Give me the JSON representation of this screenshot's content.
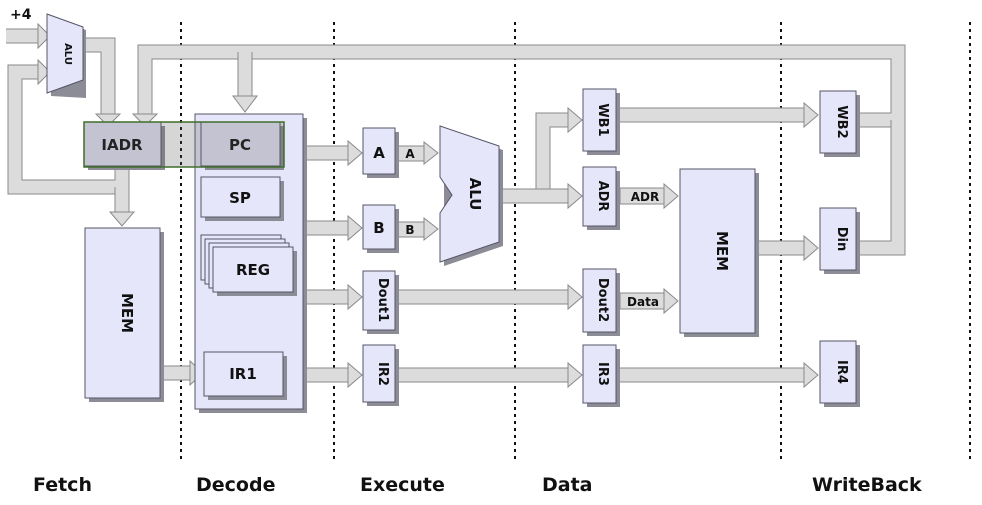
{
  "input": {
    "plus4": "+4"
  },
  "alu_small": "ALU",
  "alu_main": "ALU",
  "fetch": {
    "iadr": "IADR",
    "mem": "MEM"
  },
  "decode": {
    "pc": "PC",
    "sp": "SP",
    "reg": "REG",
    "ir1": "IR1"
  },
  "execute": {
    "a": "A",
    "b": "B",
    "dout1": "Dout1",
    "ir2": "IR2"
  },
  "data_stage": {
    "wb1": "WB1",
    "adr": "ADR",
    "dout2": "Dout2",
    "ir3": "IR3",
    "mem": "MEM"
  },
  "writeback": {
    "wb2": "WB2",
    "din": "Din",
    "ir4": "IR4"
  },
  "bus_labels": {
    "a": "A",
    "b": "B",
    "adr": "ADR",
    "data": "Data"
  },
  "stages": [
    "Fetch",
    "Decode",
    "Execute",
    "Data",
    "WriteBack"
  ],
  "colors": {
    "box_fill": "#e6e6fa",
    "bus_fill": "#dcdcdc",
    "highlight": "#3f6e2a"
  }
}
